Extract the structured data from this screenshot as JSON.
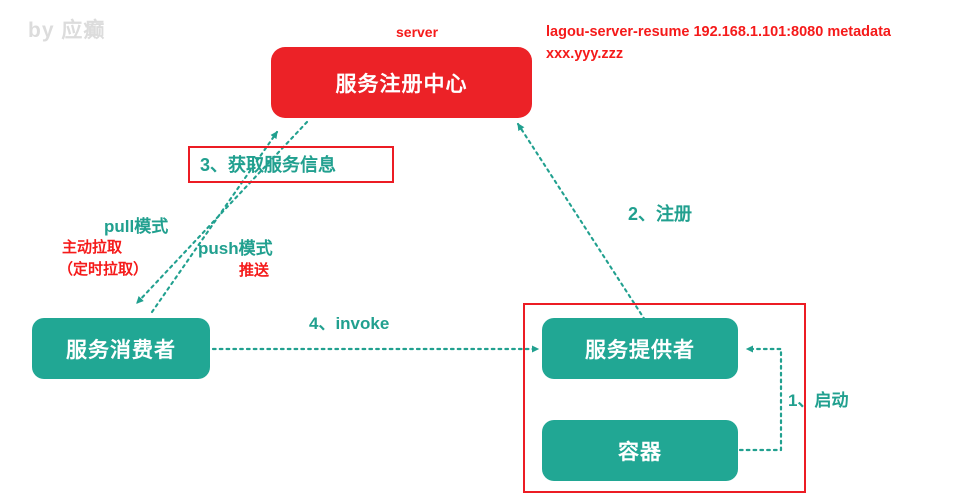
{
  "diagram": {
    "watermark": "by 应癫",
    "colors": {
      "registry_fill": "#ec2227",
      "service_fill": "#21a794",
      "outline_red": "#ec1c24",
      "label_teal": "#21a08f",
      "label_red": "#f51a1a",
      "background": "#ffffff"
    },
    "nodes": {
      "registry": "服务注册中心",
      "consumer": "服务消费者",
      "provider": "服务提供者",
      "container": "容器"
    },
    "annotations": {
      "server": "server",
      "metadata": "lagou-server-resume  192.168.1.101:8080 metadata xxx.yyy.zzz",
      "metadata_line1": "lagou-server-resume  192.168.1.101:8080 metadata",
      "metadata_line2": "xxx.yyy.zzz"
    },
    "steps": [
      {
        "id": 1,
        "label": "1、启动",
        "from": "container",
        "to": "provider"
      },
      {
        "id": 2,
        "label": "2、注册",
        "from": "provider",
        "to": "registry"
      },
      {
        "id": 3,
        "label": "3、获取服务信息",
        "from": "consumer",
        "to": "registry"
      },
      {
        "id": 4,
        "label": "4、invoke",
        "from": "consumer",
        "to": "provider"
      }
    ],
    "modes": {
      "pull_en": "pull模式",
      "pull_cn_1": "主动拉取",
      "pull_cn_2": "（定时拉取）",
      "push_en": "push模式",
      "push_cn": "推送"
    }
  }
}
